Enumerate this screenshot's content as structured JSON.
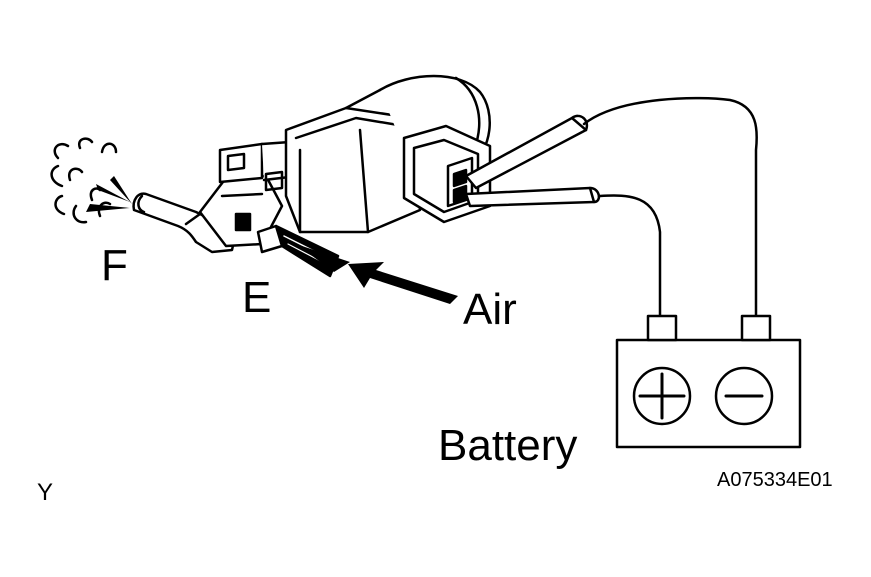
{
  "labels": {
    "outlet_port": "F",
    "inlet_port": "E",
    "air": "Air",
    "battery": "Battery",
    "figure_code": "A075334E01",
    "corner_mark": "Y"
  },
  "battery_terminals": [
    "+",
    "−"
  ]
}
